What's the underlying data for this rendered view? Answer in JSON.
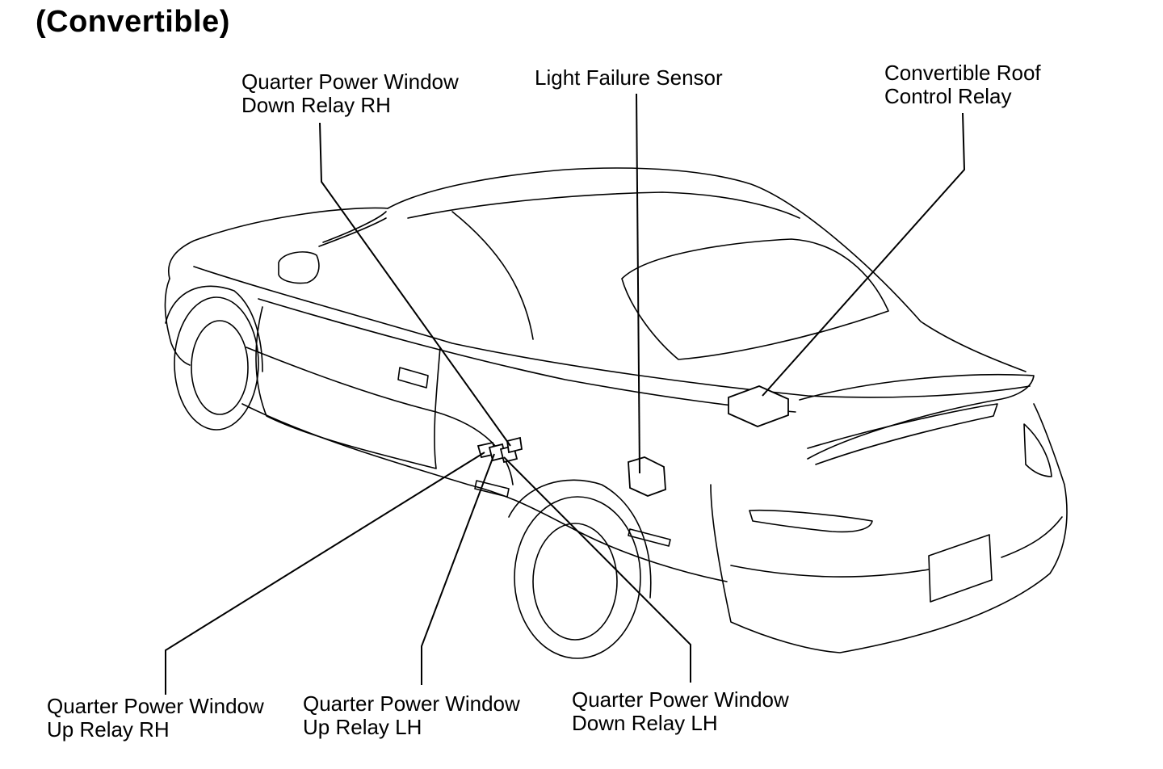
{
  "title": "(Convertible)",
  "labels": {
    "qpw_down_rh": {
      "line1": "Quarter Power Window",
      "line2": "Down Relay RH"
    },
    "light_failure": {
      "line1": "Light Failure Sensor"
    },
    "roof_relay": {
      "line1": "Convertible Roof",
      "line2": "Control Relay"
    },
    "qpw_up_rh": {
      "line1": "Quarter Power Window",
      "line2": "Up Relay RH"
    },
    "qpw_up_lh": {
      "line1": "Quarter Power Window",
      "line2": "Up Relay LH"
    },
    "qpw_down_lh": {
      "line1": "Quarter Power Window",
      "line2": "Down Relay LH"
    }
  }
}
